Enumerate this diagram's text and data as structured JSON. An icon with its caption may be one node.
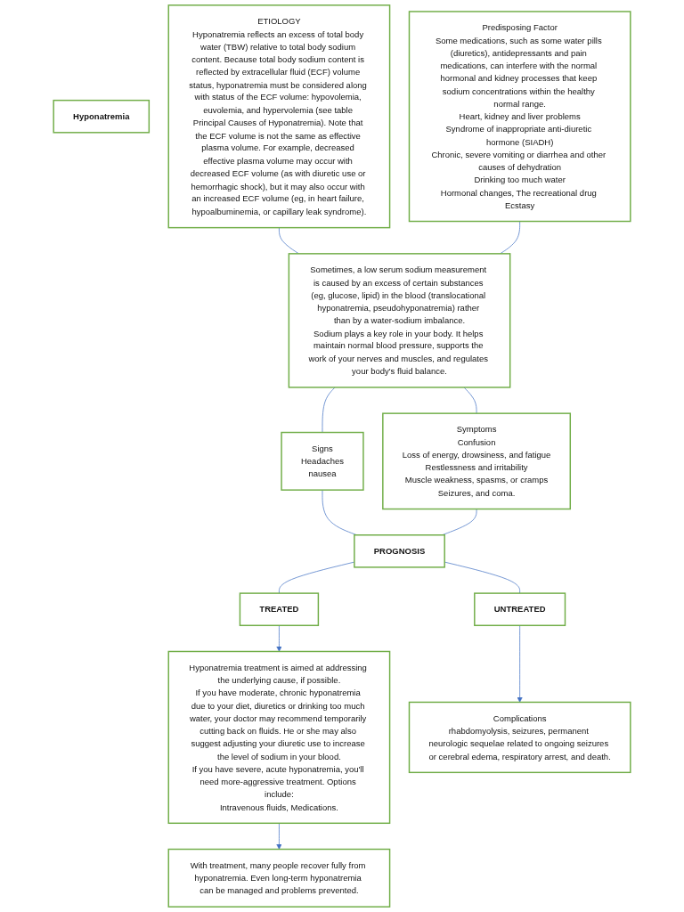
{
  "diagram": {
    "nodes": [
      {
        "text": [
          "Hyponatremia"
        ]
      },
      {
        "text": [
          "ETIOLOGY",
          "Hyponatremia reflects an excess of total body water (TBW) relative to total body sodium content. Because total body sodium content is reflected by extracellular fluid (ECF) volume status, hyponatremia must be considered along with status of the ECF volume: hypovolemia, euvolemia, and hypervolemia (see table Principal Causes of Hyponatremia). Note that the ECF volume is not the same as effective plasma volume. For example, decreased effective plasma volume may occur with decreased ECF volume (as with diuretic use or hemorrhagic shock), but it may also occur with an increased ECF volume (eg, in heart failure, hypoalbuminemia, or capillary leak syndrome)."
        ]
      },
      {
        "text": [
          "Predisposing Factor",
          "Some medications, such as some water pills (diuretics), antidepressants and pain medications, can interfere with the normal hormonal and kidney processes that keep sodium concentrations within the healthy normal range.",
          "Heart, kidney and liver problems",
          "Syndrome of inappropriate anti-diuretic hormone (SIADH)",
          "Chronic, severe vomiting or diarrhea and other causes of dehydration",
          "Drinking too much water",
          "Hormonal changes, The recreational drug Ecstasy"
        ]
      },
      {
        "text": [
          "Sometimes, a low serum sodium measurement is caused by an excess of certain substances (eg, glucose, lipid) in the blood (translocational hyponatremia, pseudohyponatremia) rather than by a water-sodium imbalance.",
          "Sodium plays a key role in your body. It helps maintain normal blood pressure, supports the work of your nerves and muscles, and regulates your body's fluid balance."
        ]
      },
      {
        "text": [
          "Signs",
          "Headaches",
          "nausea"
        ]
      },
      {
        "text": [
          "Symptoms",
          "Confusion",
          "Loss of energy, drowsiness, and fatigue",
          "Restlessness and irritability",
          "Muscle weakness, spasms, or cramps",
          "Seizures, and coma."
        ]
      },
      {
        "text": [
          "PROGNOSIS"
        ]
      },
      {
        "text": [
          "TREATED"
        ]
      },
      {
        "text": [
          "UNTREATED"
        ]
      },
      {
        "text": [
          "Hyponatremia treatment is aimed at addressing the underlying cause, if possible.",
          "If you have moderate, chronic hyponatremia due to your diet, diuretics or drinking too much water, your doctor may recommend temporarily cutting back on fluids. He or she may also suggest adjusting your diuretic use to increase the level of sodium in your blood.",
          "If you have severe, acute hyponatremia, you'll need more-aggressive treatment. Options include:",
          "Intravenous fluids, Medications."
        ]
      },
      {
        "text": [
          "With treatment, many people recover fully from hyponatremia. Even long-term hyponatremia can be managed and problems prevented."
        ]
      },
      {
        "text": [
          "Complications",
          "rhabdomyolysis, seizures, permanent neurologic sequelae related to ongoing seizures or cerebral edema, respiratory arrest, and death."
        ]
      }
    ],
    "edges": [
      {
        "from": 1,
        "to": 3,
        "arrow": "none"
      },
      {
        "from": 2,
        "to": 3,
        "arrow": "none"
      },
      {
        "from": 3,
        "to": 4,
        "arrow": "none"
      },
      {
        "from": 3,
        "to": 5,
        "arrow": "none"
      },
      {
        "from": 4,
        "to": 6,
        "arrow": "none"
      },
      {
        "from": 5,
        "to": 6,
        "arrow": "none"
      },
      {
        "from": 6,
        "to": 7,
        "arrow": "none"
      },
      {
        "from": 6,
        "to": 8,
        "arrow": "none"
      },
      {
        "from": 7,
        "to": 9,
        "arrow": "to"
      },
      {
        "from": 8,
        "to": 11,
        "arrow": "to"
      },
      {
        "from": 9,
        "to": 10,
        "arrow": "to"
      }
    ]
  }
}
